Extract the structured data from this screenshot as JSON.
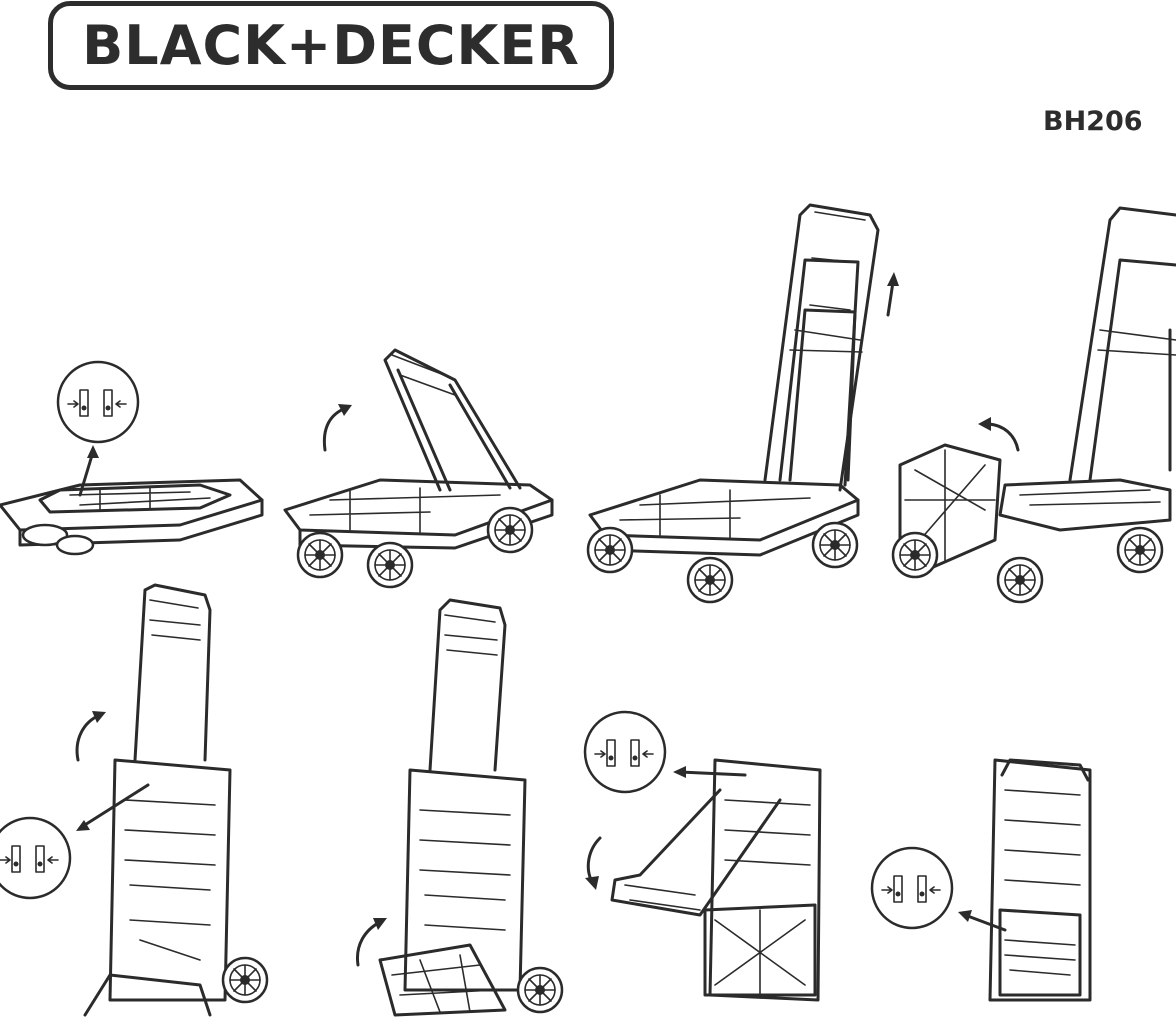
{
  "header": {
    "brand_logo_text": "BLACK+DECKER",
    "model_number": "BH206"
  },
  "steps": [
    {
      "name": "folded-cart-unlock",
      "icon": "lock-detail-icon"
    },
    {
      "name": "raise-handle",
      "icon": "curved-arrow-icon"
    },
    {
      "name": "extend-handle",
      "icon": "up-arrow-icon"
    },
    {
      "name": "fold-platform",
      "icon": "curved-arrow-icon"
    },
    {
      "name": "tilt-upright",
      "icon": "lock-detail-icon"
    },
    {
      "name": "fold-nose-plate",
      "icon": "curved-arrow-icon"
    },
    {
      "name": "fold-handle-down",
      "icon": "lock-detail-icon"
    },
    {
      "name": "folded-upright",
      "icon": "lock-detail-icon"
    }
  ],
  "colors": {
    "line": "#2b2b2b",
    "background": "#ffffff"
  }
}
